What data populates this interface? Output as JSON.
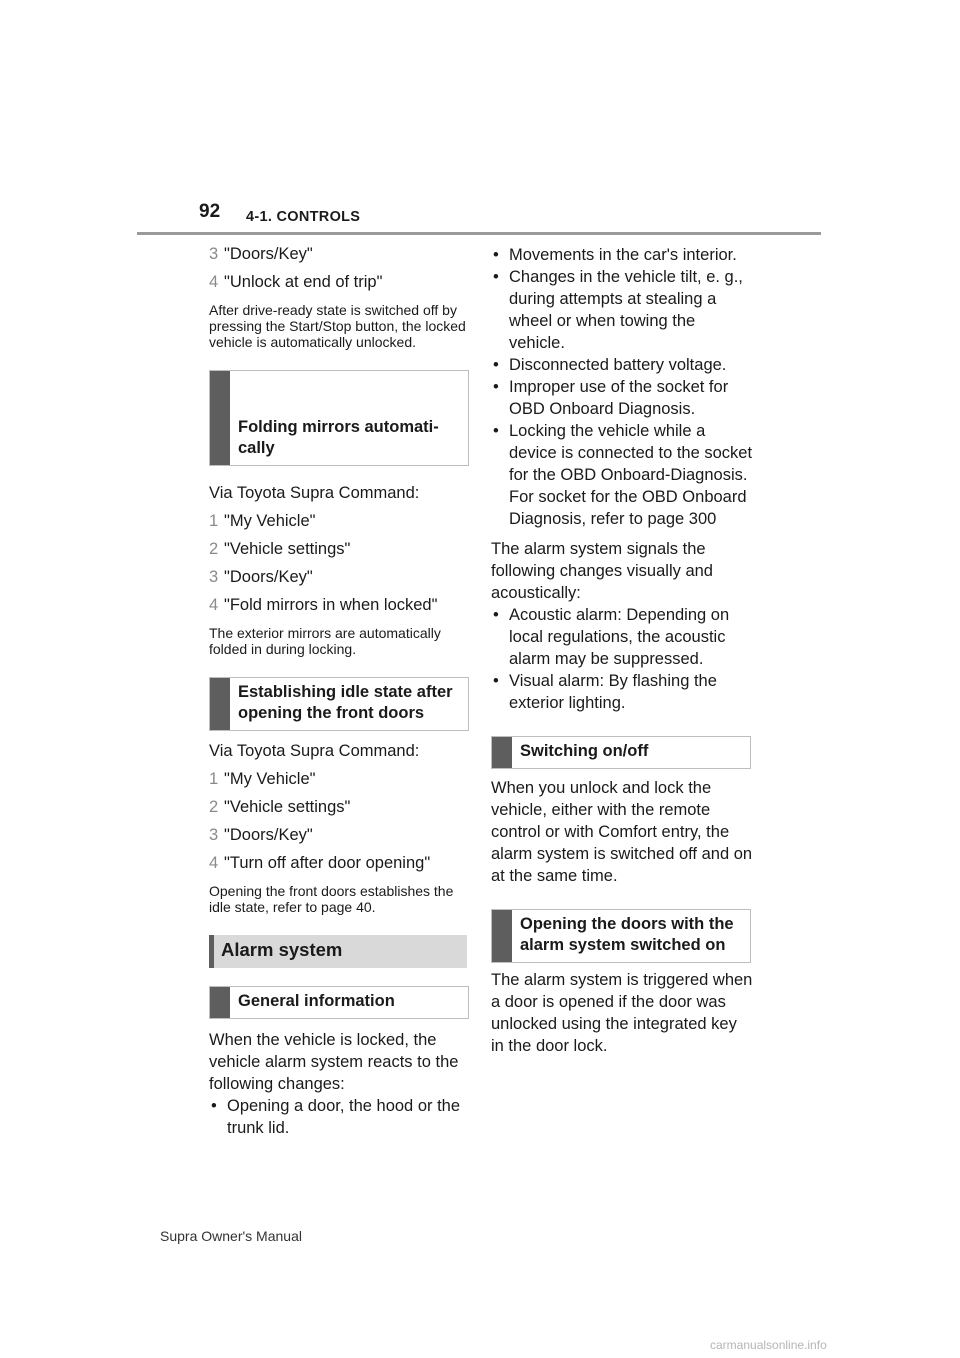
{
  "header": {
    "page_number": "92",
    "section": "4-1. CONTROLS"
  },
  "left": {
    "steps_a": [
      {
        "n": "3",
        "text": "\"Doors/Key\""
      },
      {
        "n": "4",
        "text": "\"Unlock at end of trip\""
      }
    ],
    "note_a": "After drive-ready state is switched off by pressing the Start/Stop button, the locked vehicle is automatically unlocked.",
    "subhead_folding": "Folding mirrors automati-\ncally",
    "via_1": "Via Toyota Supra Command:",
    "steps_b": [
      {
        "n": "1",
        "text": "\"My Vehicle\""
      },
      {
        "n": "2",
        "text": "\"Vehicle settings\""
      },
      {
        "n": "3",
        "text": "\"Doors/Key\""
      },
      {
        "n": "4",
        "text": "\"Fold mirrors in when locked\""
      }
    ],
    "note_b": "The exterior mirrors are automatically folded in during locking.",
    "subhead_idle": "Establishing idle state after opening the front doors",
    "via_2": "Via Toyota Supra Command:",
    "steps_c": [
      {
        "n": "1",
        "text": "\"My Vehicle\""
      },
      {
        "n": "2",
        "text": "\"Vehicle settings\""
      },
      {
        "n": "3",
        "text": "\"Doors/Key\""
      },
      {
        "n": "4",
        "text": "\"Turn off after door opening\""
      }
    ],
    "note_c": "Opening the front doors establishes the idle state, refer to page 40.",
    "heading_alarm": "Alarm system",
    "subhead_general": "General information",
    "para_locked": "When the vehicle is locked, the vehicle alarm system reacts to the following changes:",
    "bullet_1": "Opening a door, the hood or the trunk lid."
  },
  "right": {
    "bullets_a": [
      "Movements in the car's interior.",
      "Changes in the vehicle tilt, e. g., during attempts at stealing a wheel or when towing the vehicle.",
      "Disconnected battery voltage.",
      "Improper use of the socket for OBD Onboard Diagnosis.",
      "Locking the vehicle while a device is connected to the socket for the OBD Onboard-Diagnosis. For socket for the OBD Onboard Diagnosis, refer to page 300"
    ],
    "para_signals": "The alarm system signals the following changes visually and acoustically:",
    "bullets_b": [
      "Acoustic alarm: Depending on local regulations, the acoustic alarm may be suppressed.",
      "Visual alarm: By flashing the exterior lighting."
    ],
    "subhead_switch": "Switching on/off",
    "para_switch": "When you unlock and lock the vehicle, either with the remote control or with Comfort entry, the alarm system is switched off and on at the same time.",
    "subhead_opening": "Opening the doors with the alarm system switched on",
    "para_triggered": "The alarm system is triggered when a door is opened if the door was unlocked using the integrated key in the door lock."
  },
  "footer": {
    "manual_name": "Supra Owner's Manual"
  },
  "watermark": "carmanualsonline.info"
}
